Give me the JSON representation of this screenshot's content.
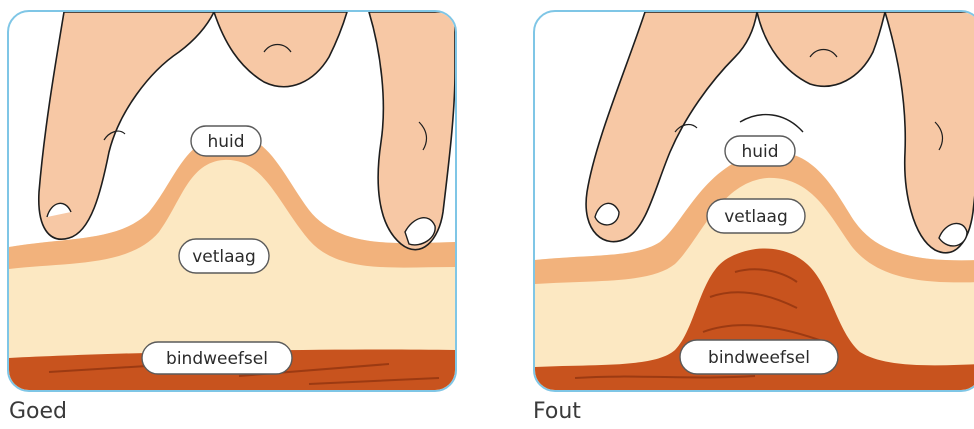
{
  "panels": [
    {
      "caption": "Goed",
      "labels": {
        "skin": "huid",
        "fat": "vetlaag",
        "connective": "bindweefsel"
      }
    },
    {
      "caption": "Fout",
      "labels": {
        "skin": "huid",
        "fat": "vetlaag",
        "connective": "bindweefsel"
      }
    }
  ],
  "colors": {
    "panel_border": "#7fc6e6",
    "skin": "#f2b27c",
    "fat": "#fce8c2",
    "connective": "#c8531e",
    "finger": "#f7c8a5"
  }
}
